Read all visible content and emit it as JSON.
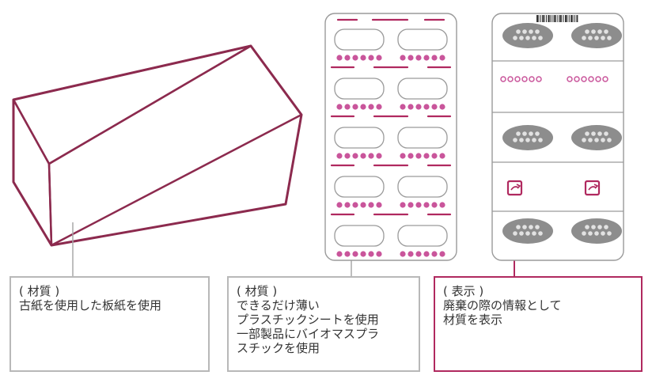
{
  "labels": {
    "box_material": {
      "heading": "( 材質 )",
      "lines": [
        "古紙を使用した板紙を使用"
      ]
    },
    "blister_material": {
      "heading": "( 材質 )",
      "lines": [
        "できるだけ薄い",
        "プラスチックシートを使用",
        "一部製品にバイオマスプラ",
        "スチックを使用"
      ]
    },
    "labeling": {
      "heading": "( 表示 )",
      "lines": [
        "廃棄の際の情報として",
        "材質を表示"
      ]
    }
  },
  "colors": {
    "box_outline": "#8c2a4e",
    "accent": "#b0295f",
    "dot": "#c9559b",
    "pill": "#8d8d8d",
    "sheet_stroke": "#9a9a9a",
    "connector": "#a8a8a8"
  },
  "icons": {
    "recycle_mark": "plastic-recycling-icon",
    "barcode": "barcode-icon"
  }
}
